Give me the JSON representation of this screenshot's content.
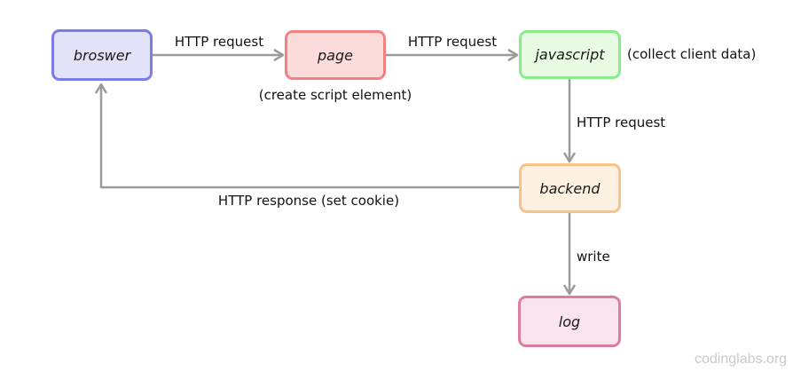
{
  "diagram": {
    "nodes": {
      "browser": {
        "label": "broswer",
        "fill": "#e2e2f9",
        "border": "#7c7ce6"
      },
      "page": {
        "label": "page",
        "fill": "#fcdbdb",
        "border": "#f28282"
      },
      "javascript": {
        "label": "javascript",
        "fill": "#e8fbe3",
        "border": "#8beb8b"
      },
      "backend": {
        "label": "backend",
        "fill": "#fdf2e1",
        "border": "#f6c287"
      },
      "log": {
        "label": "log",
        "fill": "#f9e4ee",
        "border": "#dd7ca0"
      }
    },
    "edges": {
      "browser_to_page": {
        "label": "HTTP request"
      },
      "page_to_javascript": {
        "label": "HTTP request"
      },
      "javascript_to_backend": {
        "label": "HTTP request"
      },
      "backend_to_browser": {
        "label": "HTTP response (set cookie)"
      },
      "backend_to_log": {
        "label": "write"
      }
    },
    "annotations": {
      "page_note": "(create script element)",
      "javascript_note": "(collect client data)"
    },
    "arrow_color": "#9b9b9b",
    "text_color": "#121212"
  },
  "watermark": "codinglabs.org"
}
